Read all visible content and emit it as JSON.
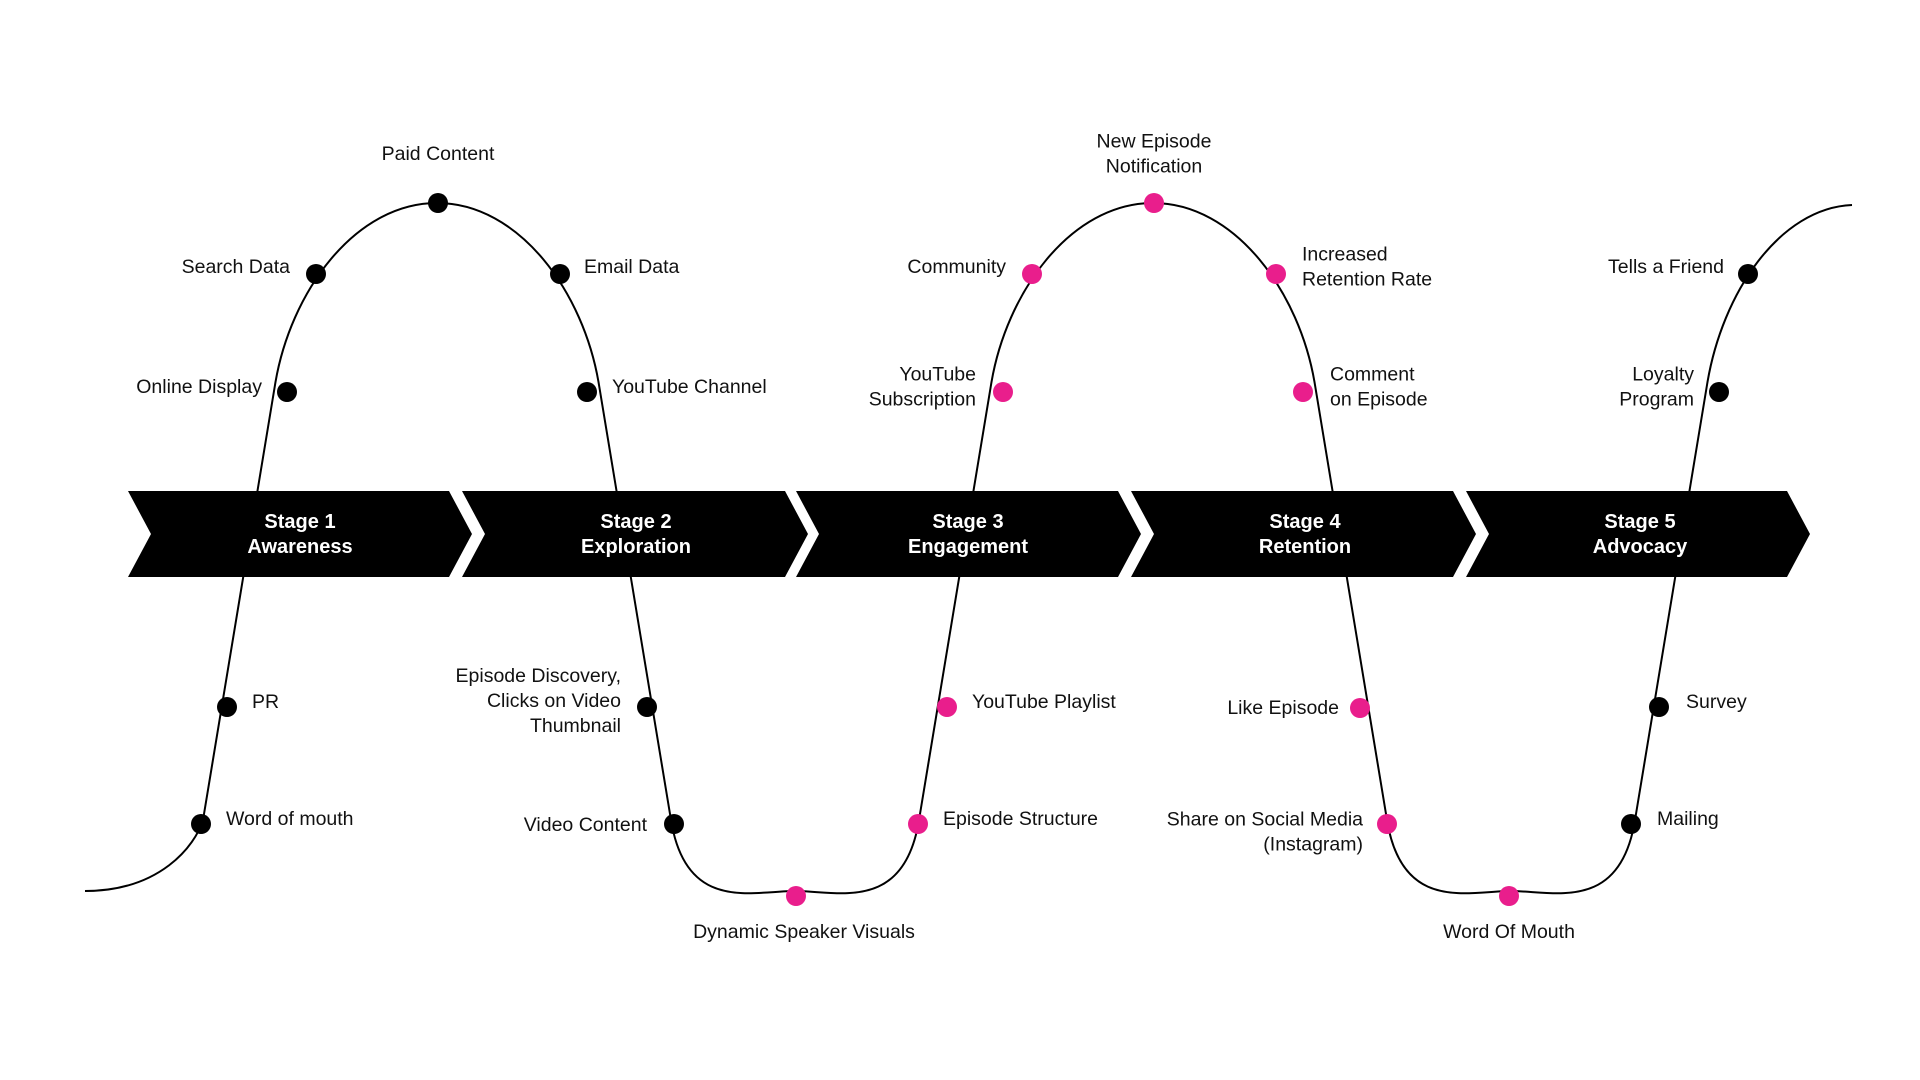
{
  "colors": {
    "background": "#ffffff",
    "line": "#000000",
    "chevron": "#000000",
    "chevron_text": "#ffffff",
    "marker_black": "#000000",
    "marker_pink": "#e91e8c"
  },
  "stages": [
    {
      "title": "Stage 1",
      "subtitle": "Awareness"
    },
    {
      "title": "Stage 2",
      "subtitle": "Exploration"
    },
    {
      "title": "Stage 3",
      "subtitle": "Engagement"
    },
    {
      "title": "Stage 4",
      "subtitle": "Retention"
    },
    {
      "title": "Stage 5",
      "subtitle": "Advocacy"
    }
  ],
  "touchpoints": {
    "word_of_mouth_1": {
      "label": [
        "Word of mouth"
      ],
      "marker": "black"
    },
    "pr": {
      "label": [
        "PR"
      ],
      "marker": "black"
    },
    "online_display": {
      "label": [
        "Online Display"
      ],
      "marker": "black"
    },
    "search_data": {
      "label": [
        "Search Data"
      ],
      "marker": "black"
    },
    "paid_content": {
      "label": [
        "Paid Content"
      ],
      "marker": "black"
    },
    "email_data": {
      "label": [
        "Email Data"
      ],
      "marker": "black"
    },
    "youtube_channel": {
      "label": [
        "YouTube Channel"
      ],
      "marker": "black"
    },
    "episode_discovery": {
      "label": [
        "Episode Discovery,",
        "Clicks on Video",
        "Thumbnail"
      ],
      "marker": "black"
    },
    "video_content": {
      "label": [
        "Video Content"
      ],
      "marker": "black"
    },
    "dynamic_speaker_visuals": {
      "label": [
        "Dynamic Speaker Visuals"
      ],
      "marker": "pink"
    },
    "episode_structure": {
      "label": [
        "Episode Structure"
      ],
      "marker": "pink"
    },
    "youtube_playlist": {
      "label": [
        "YouTube Playlist"
      ],
      "marker": "pink"
    },
    "youtube_subscription": {
      "label": [
        "YouTube",
        "Subscription"
      ],
      "marker": "pink"
    },
    "community": {
      "label": [
        "Community"
      ],
      "marker": "pink"
    },
    "new_episode_notification": {
      "label": [
        "New Episode",
        "Notification"
      ],
      "marker": "pink"
    },
    "increased_retention_rate": {
      "label": [
        "Increased",
        "Retention Rate"
      ],
      "marker": "pink"
    },
    "comment_on_episode": {
      "label": [
        "Comment",
        "on Episode"
      ],
      "marker": "pink"
    },
    "like_episode": {
      "label": [
        "Like Episode"
      ],
      "marker": "pink"
    },
    "share_on_social_media": {
      "label": [
        "Share on Social Media",
        "(Instagram)"
      ],
      "marker": "pink"
    },
    "word_of_mouth_2": {
      "label": [
        "Word Of Mouth"
      ],
      "marker": "pink"
    },
    "mailing": {
      "label": [
        "Mailing"
      ],
      "marker": "black"
    },
    "survey": {
      "label": [
        "Survey"
      ],
      "marker": "black"
    },
    "loyalty_program": {
      "label": [
        "Loyalty",
        "Program"
      ],
      "marker": "black"
    },
    "tells_a_friend": {
      "label": [
        "Tells a Friend"
      ],
      "marker": "black"
    }
  }
}
